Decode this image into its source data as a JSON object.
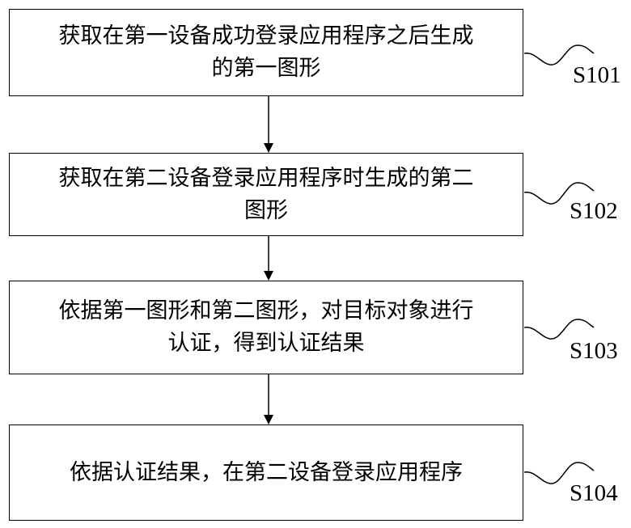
{
  "steps": [
    {
      "id": "S101",
      "lines": [
        "获取在第一设备成功登录应用程序之后生成",
        "的第一图形"
      ]
    },
    {
      "id": "S102",
      "lines": [
        "获取在第二设备登录应用程序时生成的第二",
        "图形"
      ]
    },
    {
      "id": "S103",
      "lines": [
        "依据第一图形和第二图形，对目标对象进行",
        "认证，得到认证结果"
      ]
    },
    {
      "id": "S104",
      "lines": [
        "依据认证结果，在第二设备登录应用程序"
      ]
    }
  ],
  "colors": {
    "stroke": "#000000",
    "background": "#ffffff"
  }
}
